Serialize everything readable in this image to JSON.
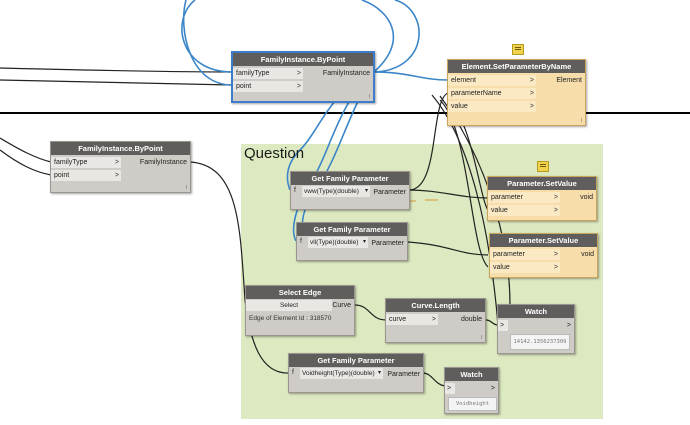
{
  "group": {
    "title": "Question"
  },
  "nodes": {
    "fi_bypoint_1": {
      "title": "FamilyInstance.ByPoint",
      "inputs": [
        "familyType",
        "point"
      ],
      "output": "FamilyInstance",
      "lacing": "l"
    },
    "fi_bypoint_2": {
      "title": "FamilyInstance.ByPoint",
      "inputs": [
        "familyType",
        "point"
      ],
      "output": "FamilyInstance",
      "lacing": "l"
    },
    "set_param_by_name": {
      "title": "Element.SetParameterByName",
      "inputs": [
        "element",
        "parameterName",
        "value"
      ],
      "output": "Element",
      "lacing": "l"
    },
    "get_param_1": {
      "title": "Get Family Parameter",
      "flag": "f",
      "selected": "vww(Type)(double)",
      "output": "Parameter"
    },
    "get_param_2": {
      "title": "Get Family Parameter",
      "flag": "f",
      "selected": "vll(Type)(double)",
      "output": "Parameter"
    },
    "get_param_3": {
      "title": "Get Family Parameter",
      "flag": "f",
      "selected": "Voidheight(Type)(double)",
      "output": "Parameter"
    },
    "set_value_1": {
      "title": "Parameter.SetValue",
      "inputs": [
        "parameter",
        "value"
      ],
      "output": "void"
    },
    "set_value_2": {
      "title": "Parameter.SetValue",
      "inputs": [
        "parameter",
        "value"
      ],
      "output": "void"
    },
    "select_edge": {
      "title": "Select Edge",
      "button": "Select",
      "output": "Curve",
      "info": "Edge of Element Id : 318570"
    },
    "curve_length": {
      "title": "Curve.Length",
      "inputs": [
        "curve"
      ],
      "output": "double",
      "lacing": "l"
    },
    "watch_1": {
      "title": "Watch",
      "in": ">",
      "out": ">",
      "value": "14142.1356237309"
    },
    "watch_2": {
      "title": "Watch",
      "in": ">",
      "out": ">",
      "value": "Voidheight"
    }
  },
  "colors": {
    "wire_selected": "#3b86c8",
    "wire": "#222222",
    "group_bg": "#dde9c0"
  }
}
